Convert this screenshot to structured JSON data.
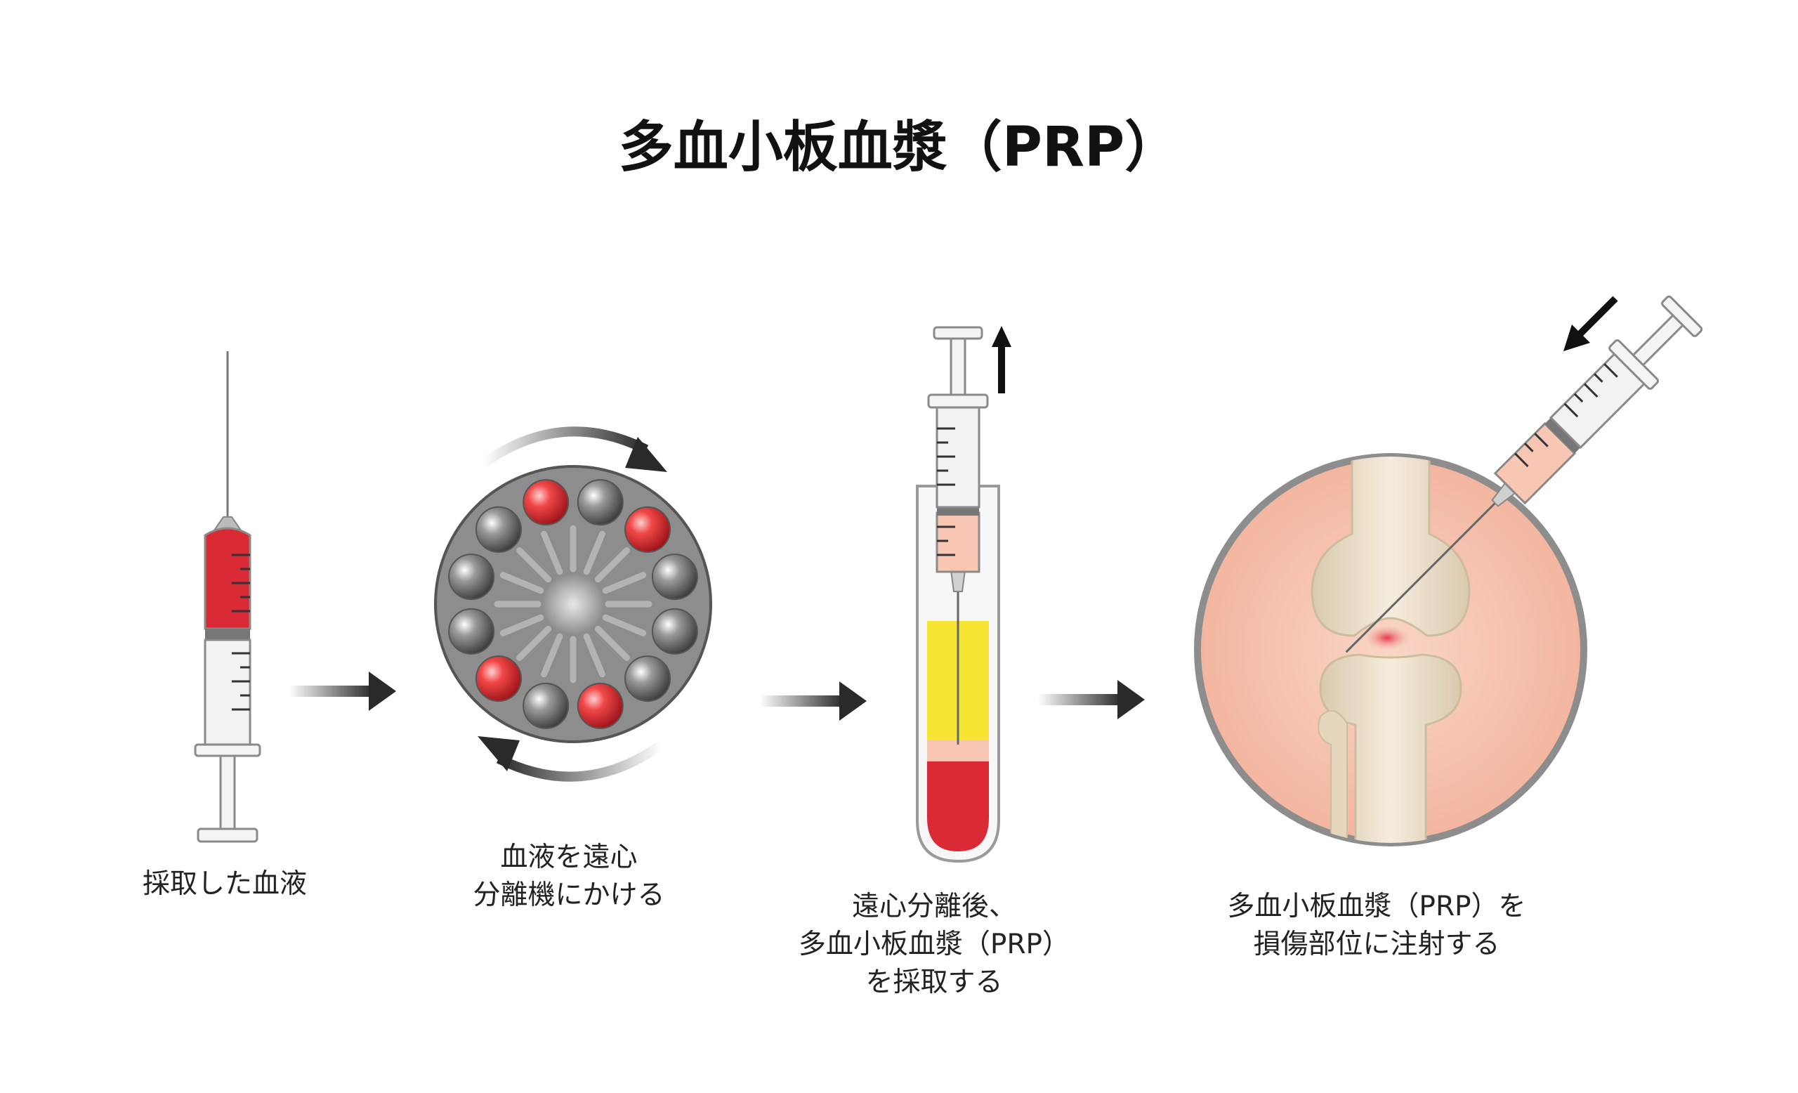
{
  "title": "多血小板血漿（PRP）",
  "steps": [
    {
      "lines": [
        "採取した血液"
      ]
    },
    {
      "lines": [
        "血液を遠心",
        "分離機にかける"
      ]
    },
    {
      "lines": [
        "遠心分離後、",
        "多血小板血漿（PRP）",
        "を採取する"
      ]
    },
    {
      "lines": [
        "多血小板血漿（PRP）を",
        "損傷部位に注射する"
      ]
    }
  ],
  "colors": {
    "blood": "#d92a35",
    "prp": "#f6e633",
    "plasma": "#f7c7b4",
    "skin": "#f6c4ae",
    "bone": "#e9dcc6",
    "rotor": "#8d8d8d"
  }
}
